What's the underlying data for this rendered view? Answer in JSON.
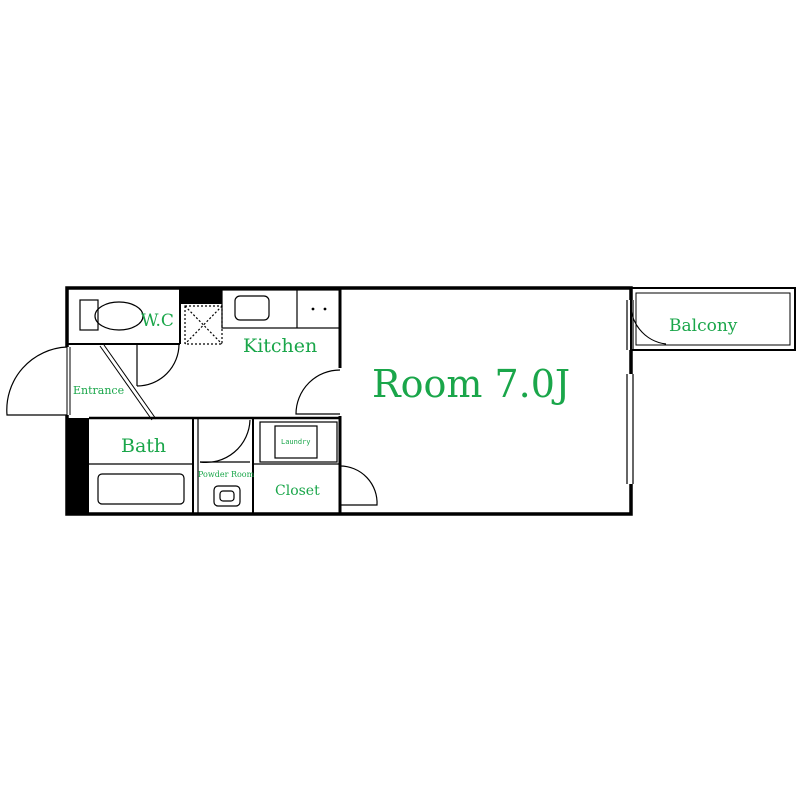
{
  "floorplan": {
    "labels": {
      "wc": "W.C",
      "kitchen": "Kitchen",
      "room": "Room 7.0J",
      "balcony": "Balcony",
      "entrance": "Entrance",
      "bath": "Bath",
      "laundry": "Laundry",
      "powder_room": "Powder Room",
      "closet": "Closet"
    },
    "colors": {
      "wall": "#000000",
      "label": "#1aa64a",
      "background": "#ffffff"
    }
  }
}
